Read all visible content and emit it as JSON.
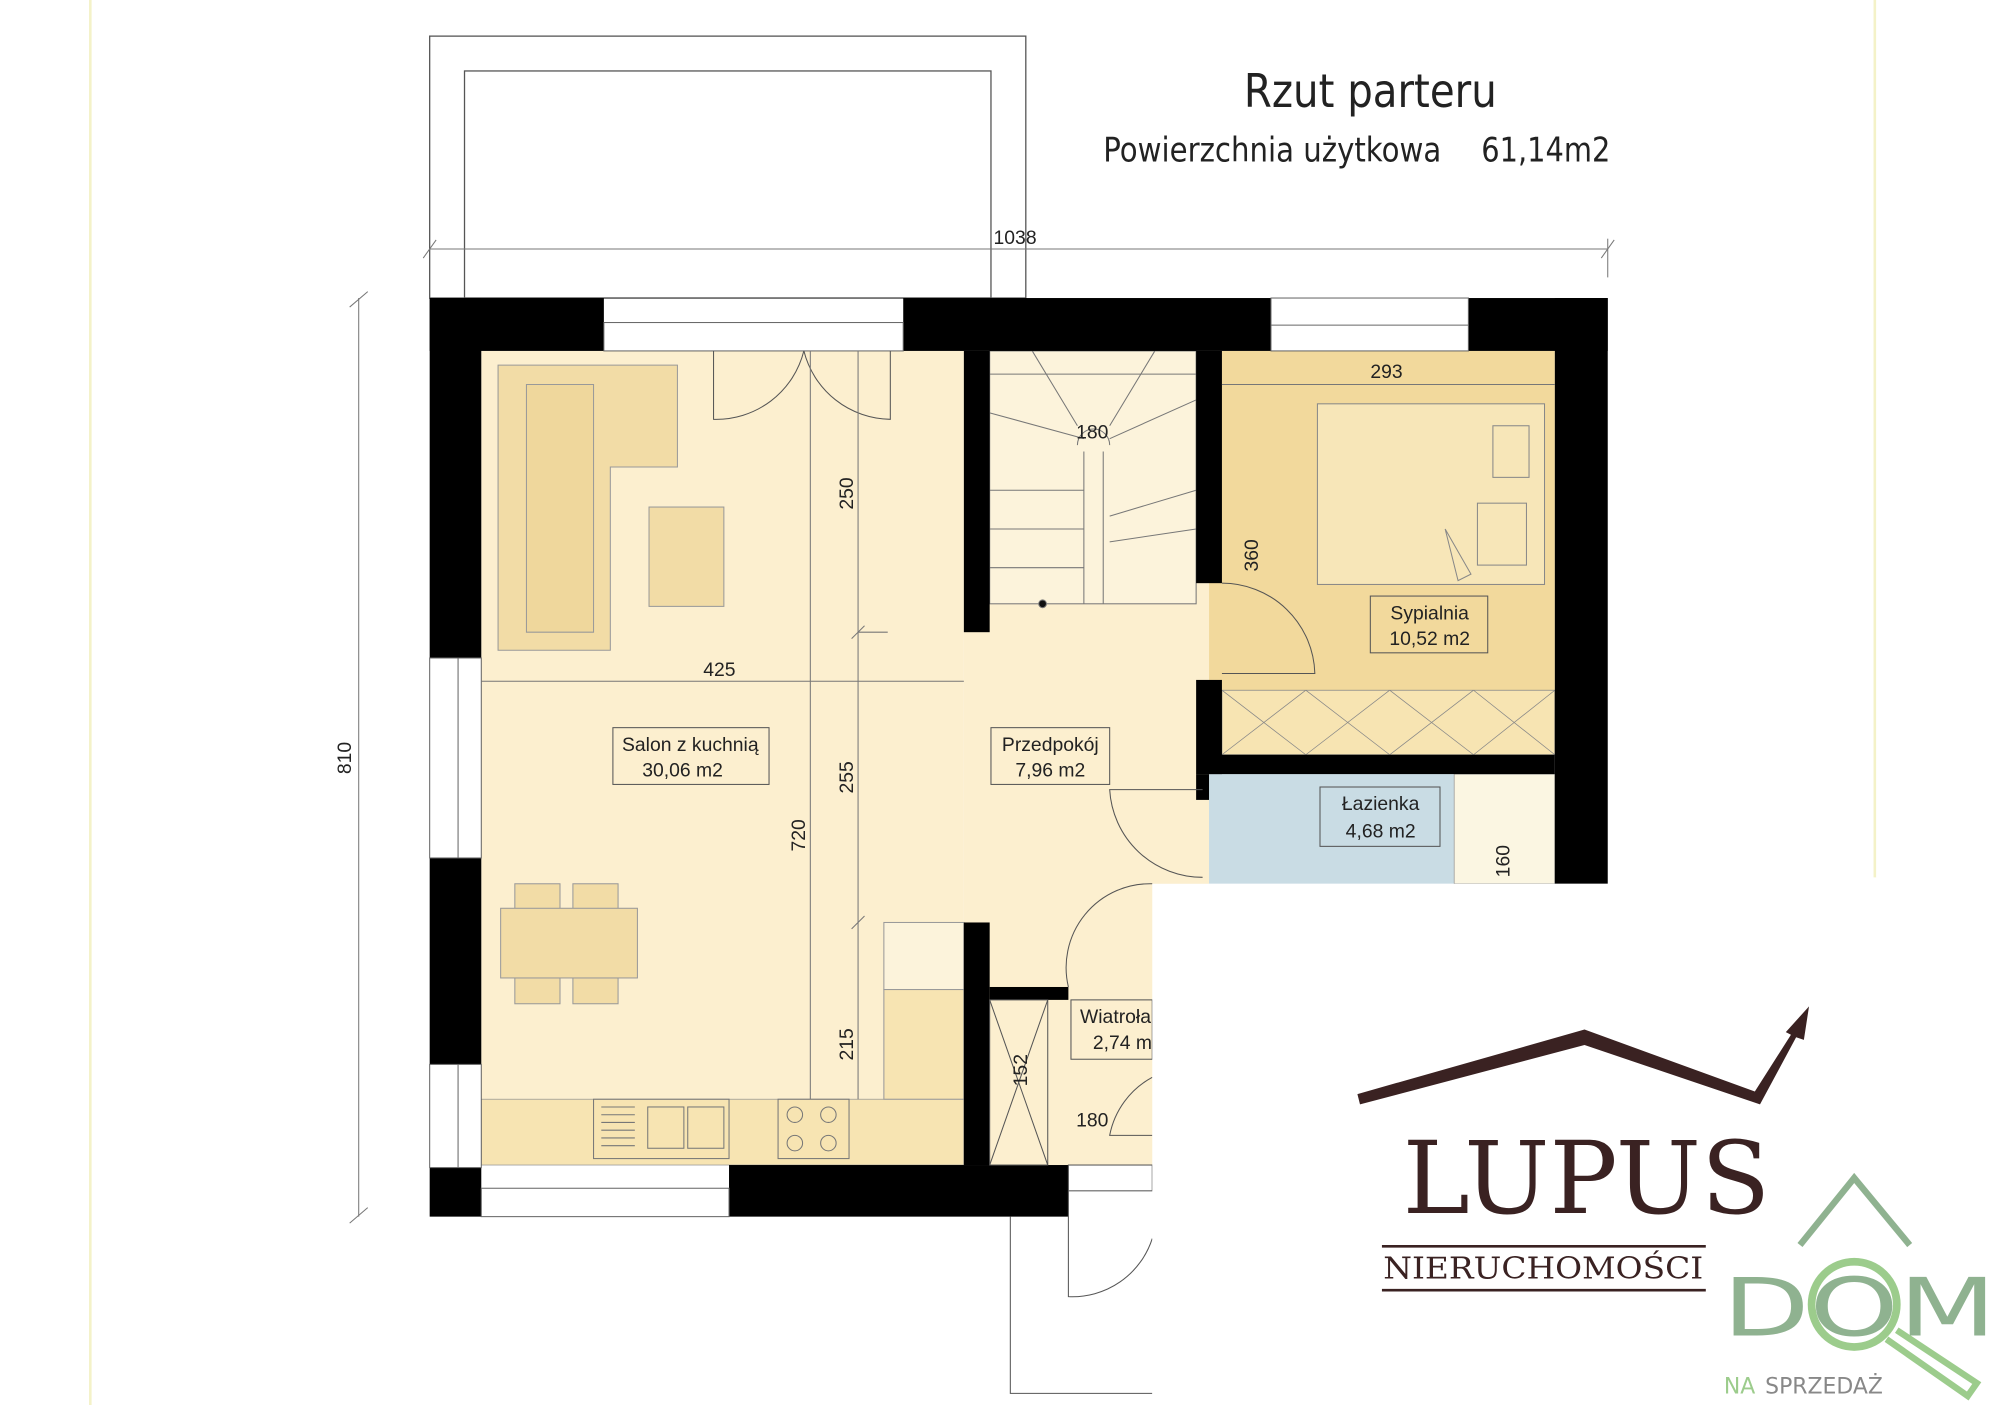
{
  "title": "Rzut parteru",
  "subtitle_label": "Powierzchnia użytkowa",
  "subtitle_value": "61,14m2",
  "rooms": [
    {
      "name": "Salon z kuchnią",
      "area": "30,06 m2"
    },
    {
      "name": "Przedpokój",
      "area": "7,96 m2"
    },
    {
      "name": "Sypialnia",
      "area": "10,52 m2"
    },
    {
      "name": "Łazienka",
      "area": "4,68 m2"
    },
    {
      "name": "Wiatroła",
      "area": "2,74 m"
    }
  ],
  "dimensions": {
    "total_width": "1038",
    "total_height": "810",
    "salon_width": "425",
    "salon_height": "720",
    "upper": "250",
    "middle": "255",
    "lower": "215",
    "stairs": "180",
    "bedroom_width": "293",
    "bedroom_height": "360",
    "bathroom": "160",
    "vestibule_height": "152",
    "vestibule_width": "180"
  },
  "logo": {
    "brand": "LUPUS",
    "tagline": "NIERUCHOMOŚCI",
    "dom": "DOM",
    "na": "NA",
    "sprzedaz": "SPRZEDAŻ"
  },
  "colors": {
    "wall": "#000000",
    "salon": "#fcefcf",
    "bedroom": "#f2d99c",
    "bathroom": "#c9dce4",
    "furniture": "#f2dca6",
    "logo_brown": "#3a2222",
    "logo_green": "#9ccc8c"
  }
}
